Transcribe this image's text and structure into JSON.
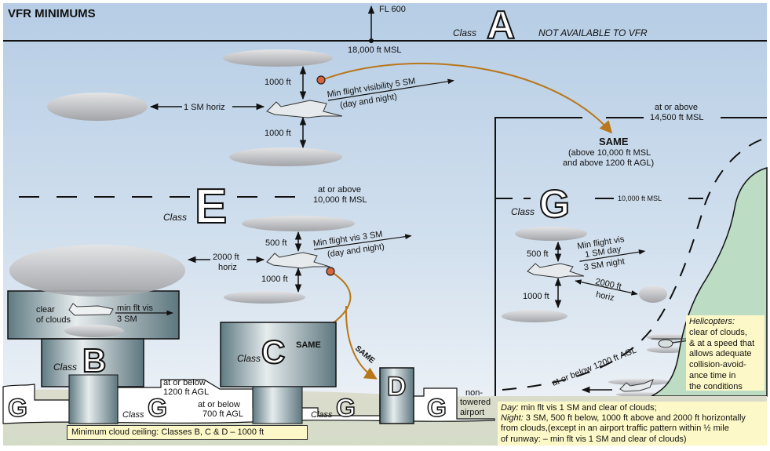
{
  "title": "VFR MINIMUMS",
  "class_word": "Class",
  "class_a": {
    "letter": "A",
    "note": "NOT AVAILABLE TO VFR",
    "upper_limit": "FL 600",
    "lower_limit": "18,000 ft MSL"
  },
  "class_e_upper": {
    "above_label": "1000 ft",
    "below_label": "1000 ft",
    "horiz_label": "1 SM horiz",
    "vis_line1": "Min flight visibility 5 SM",
    "vis_line2": "(day and night)"
  },
  "class_e": {
    "letter": "E",
    "boundary_line1": "at or above",
    "boundary_line2": "10,000 ft MSL",
    "above_label": "500 ft",
    "below_label": "1000 ft",
    "horiz_line1": "2000 ft",
    "horiz_line2": "horiz",
    "vis_line1": "Min flight vis 3 SM",
    "vis_line2": "(day and night)"
  },
  "class_g_upper": {
    "boundary_line1": "at or above",
    "boundary_line2": "14,500 ft MSL",
    "same_title": "SAME",
    "same_line1": "(above 10,000 ft MSL",
    "same_line2": "and above 1200 ft AGL)",
    "letter": "G",
    "ten_k_label": "10,000 ft MSL"
  },
  "class_g_mid": {
    "above_label": "500 ft",
    "below_label": "1000 ft",
    "vis_line1": "Min flight vis",
    "vis_line2": "1 SM day",
    "vis_line3": "3 SM night",
    "horiz_line1": "2000 ft",
    "horiz_line2": "horiz"
  },
  "class_b": {
    "letter": "B",
    "clear_line1": "clear",
    "clear_line2": "of clouds",
    "vis_line1": "min flt vis",
    "vis_line2": "3 SM"
  },
  "class_c": {
    "letter": "C",
    "same": "SAME"
  },
  "class_d": {
    "letter": "D",
    "same": "SAME"
  },
  "class_g_low": {
    "letter": "G",
    "agl_1200_line1": "at or below",
    "agl_1200_line2": "1200 ft AGL",
    "agl_700_line1": "at or below",
    "agl_700_line2": "700 ft AGL",
    "nontowered_line1": "non-",
    "nontowered_line2": "towered",
    "nontowered_line3": "airport",
    "dashed_label": "at or below 1200 ft AGL"
  },
  "notes": {
    "ceiling": "Minimum cloud ceiling: Classes B, C & D – 1000 ft",
    "heli_title": "Helicopters:",
    "heli_body": [
      "clear of clouds,",
      "& at a speed that",
      "allows adequate",
      "collision-avoid-",
      "ance time in",
      "the conditions"
    ],
    "day_label": "Day:",
    "day_text": " min flt vis 1 SM and clear of clouds;",
    "night_label": "Night:",
    "night_text": " 3 SM, 500 ft below, 1000 ft above and 2000 ft horizontally",
    "night_line2": "from clouds,(except in an airport traffic pattern within ½ mile",
    "night_line3": "of runway: – min flt vis 1 SM and clear of clouds)"
  },
  "colors": {
    "sky_top": "#b8cfe6",
    "sky_bottom": "#eef3f8",
    "arrow_orange": "#b8771a",
    "dot": "#d8653c",
    "terrain_green": "#bddcc4",
    "note_yellow": "#fdf8c8",
    "airspace_gray": "#6f8890"
  }
}
